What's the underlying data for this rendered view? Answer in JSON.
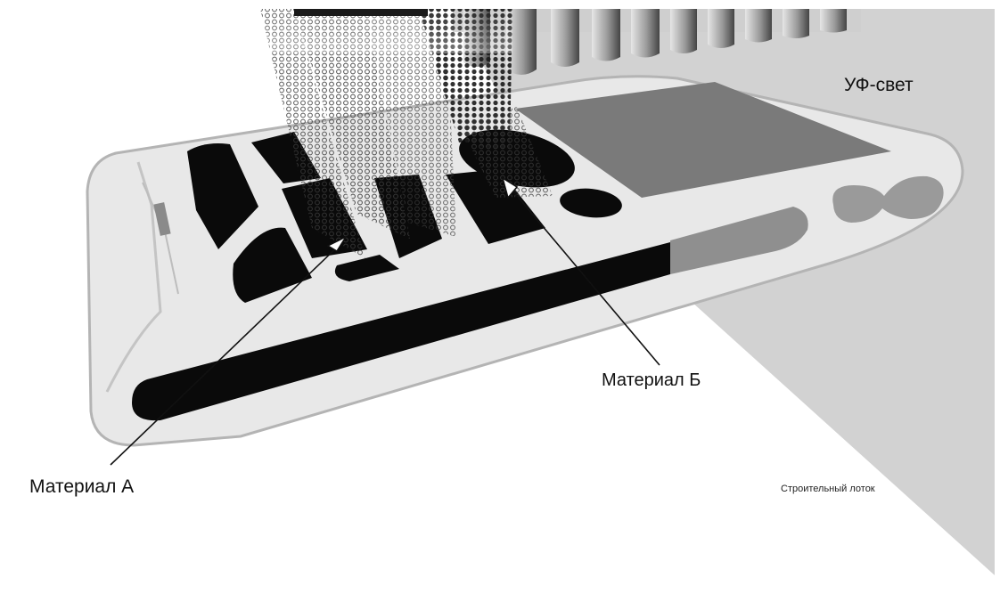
{
  "labels": {
    "uv_light": "УФ-свет",
    "material_b": "Материал Б",
    "material_a": "Материал А",
    "build_tray": "Строительный лоток"
  },
  "colors": {
    "background": "#ffffff",
    "tray_wall": "#d2d2d2",
    "tray_body": "#e8e8e8",
    "tray_outline": "#b4b4b4",
    "material_a": "#0a0a0a",
    "material_b_area": "#8f8f8f",
    "projector_light": "#bdbdbd",
    "leader_line": "#111111"
  },
  "icons": {
    "light_projection": "halftone-dot-screen",
    "projector_fins": "uv-projector-fins"
  }
}
